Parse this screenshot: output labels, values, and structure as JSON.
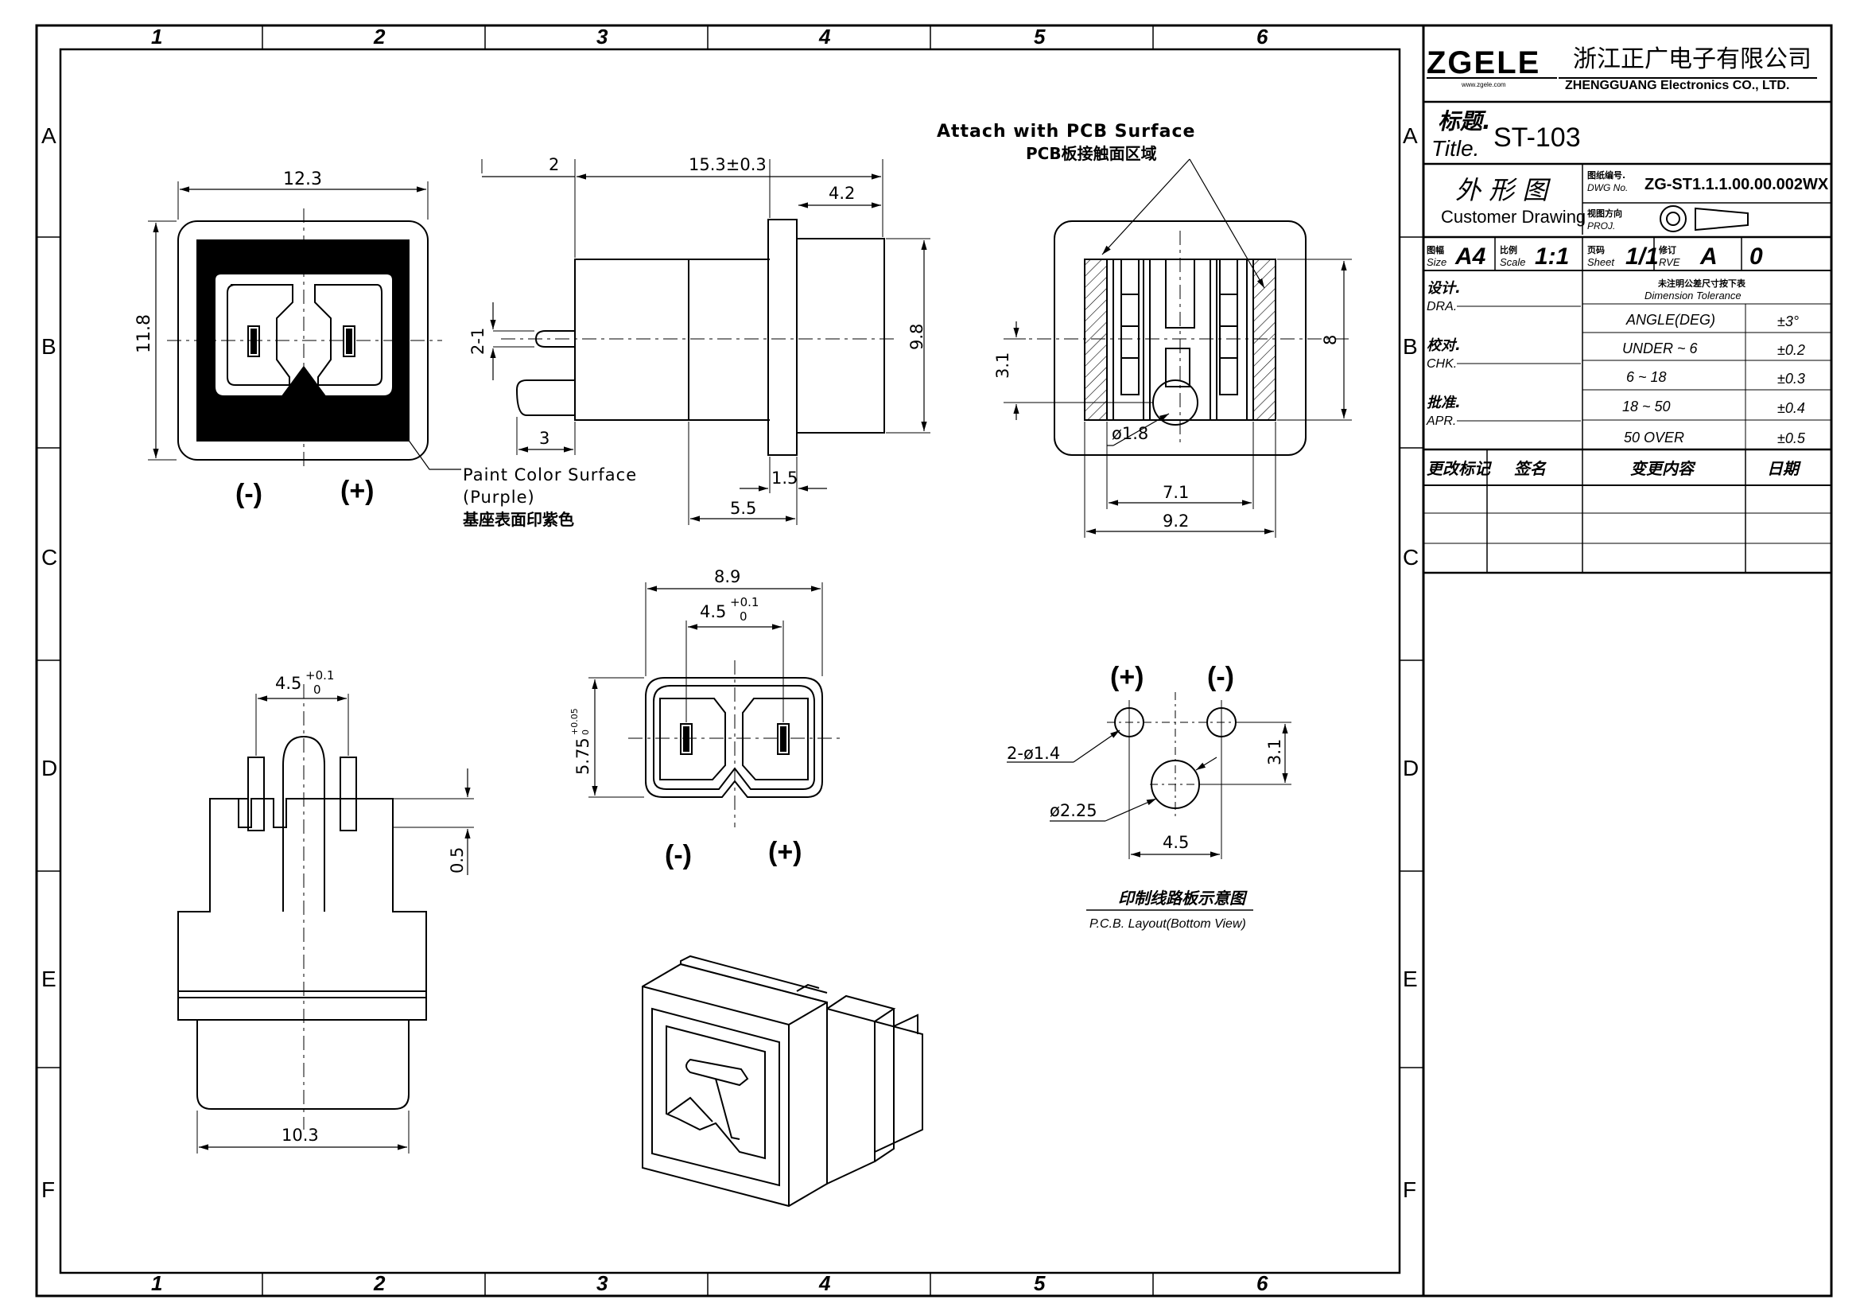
{
  "frame": {
    "col_labels": [
      "1",
      "2",
      "3",
      "4",
      "5",
      "6"
    ],
    "row_labels": [
      "A",
      "B",
      "C",
      "D",
      "E",
      "F"
    ]
  },
  "company": {
    "logo": "ZGELE",
    "logo_url": "www.zgele.com",
    "name_cn": "浙江正广电子有限公司",
    "name_en": "ZHENGGUANG Electronics CO., LTD."
  },
  "titleblock": {
    "title_label_cn": "标题.",
    "title_label_en": "Title.",
    "title_value": "ST-103",
    "drawing_type_cn": "外 形 图",
    "drawing_type_en": "Customer Drawing",
    "dwg_no_label_cn": "图纸编号.",
    "dwg_no_label_en": "DWG No.",
    "dwg_no_value": "ZG-ST1.1.1.00.00.002WX",
    "proj_label_cn": "视图方向",
    "proj_label_en": "PROJ.",
    "size_label_cn": "图幅",
    "size_label_en": "Size",
    "size_value": "A4",
    "scale_label_cn": "比例",
    "scale_label_en": "Scale",
    "scale_value": "1:1",
    "sheet_label_cn": "页码",
    "sheet_label_en": "Sheet",
    "sheet_value": "1/1",
    "rev_label_cn": "修订",
    "rev_label_en": "RVE",
    "rev_value": "A",
    "rev_num": "0",
    "dra_cn": "设计.",
    "dra_en": "DRA.",
    "chk_cn": "校对.",
    "chk_en": "CHK.",
    "apr_cn": "批准.",
    "apr_en": "APR.",
    "tol_title_cn": "未注明公差尺寸按下表",
    "tol_title_en": "Dimension Tolerance",
    "tolerances": [
      {
        "range": "ANGLE(DEG)",
        "tol": "±3°"
      },
      {
        "range": "UNDER ~ 6",
        "tol": "±0.2"
      },
      {
        "range": "6 ~ 18",
        "tol": "±0.3"
      },
      {
        "range": "18 ~ 50",
        "tol": "±0.4"
      },
      {
        "range": "50 OVER",
        "tol": "±0.5"
      }
    ],
    "rev_headers": [
      "更改标记",
      "签名",
      "变更内容",
      "日期"
    ]
  },
  "views": {
    "front": {
      "width": "12.3",
      "height": "11.8",
      "neg": "(-)",
      "pos": "(+)",
      "note_en_1": "Paint Color Surface",
      "note_en_2": "(Purple)",
      "note_cn": "基座表面印紫色"
    },
    "side": {
      "d_2": "2",
      "d_len": "15.3±0.3",
      "d_42": "4.2",
      "d_21": "2-1",
      "d_98": "9.8",
      "d_3": "3",
      "d_15": "1.5",
      "d_55": "5.5"
    },
    "top": {
      "attach_en": "Attach with PCB Surface",
      "attach_cn": "PCB板接触面区域",
      "d_31": "3.1",
      "d_8": "8",
      "d_18": "ø1.8",
      "d_71": "7.1",
      "d_92": "9.2"
    },
    "face": {
      "d_89": "8.9",
      "d_45": "4.5",
      "tol_45_up": "+0.1",
      "tol_45_dn": "0",
      "d_575": "5.75",
      "tol_575_up": "+0.05",
      "tol_575_dn": "0",
      "neg": "(-)",
      "pos": "(+)"
    },
    "rear": {
      "d_45": "4.5",
      "tol_up": "+0.1",
      "tol_dn": "0",
      "d_05": "0.5",
      "d_103": "10.3"
    },
    "pcb": {
      "pos": "(+)",
      "neg": "(-)",
      "d_hole": "2-ø1.4",
      "d_31": "3.1",
      "d_big": "ø2.25",
      "d_45": "4.5",
      "caption_cn": "印制线路板示意图",
      "caption_en": "P.C.B. Layout(Bottom View)"
    }
  }
}
